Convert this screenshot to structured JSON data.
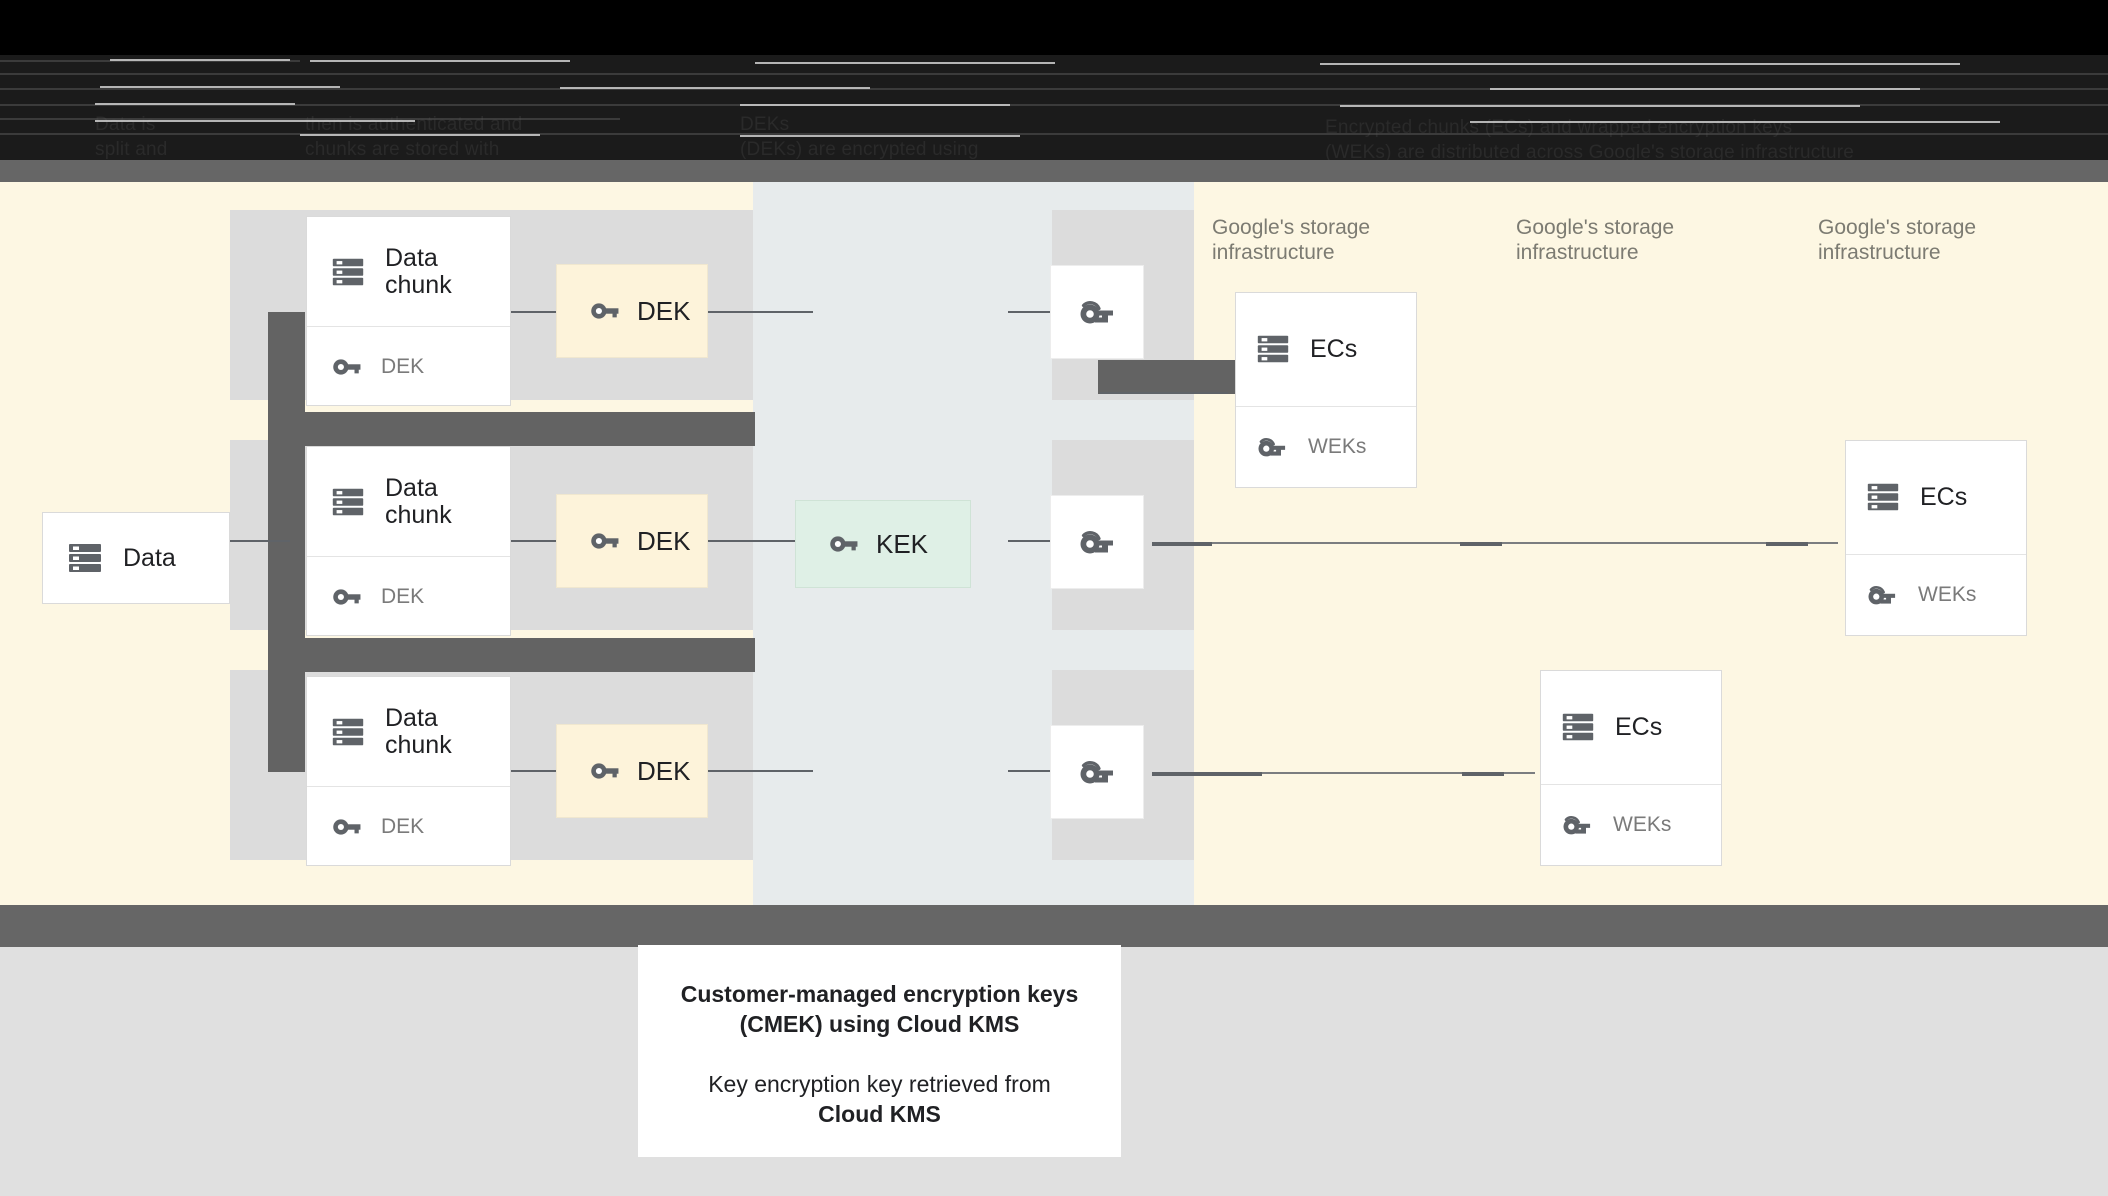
{
  "header": {
    "obscured": true,
    "col1": "Data is\nsplit and\nGoogle",
    "col2": "then is authenticated and\nchunks are stored with\nencryption keys",
    "col3": "DEKs\n(DEKs) are encrypted using\na key encryption key (KEK)",
    "col4": "Encrypted chunks (ECs) and wrapped encryption keys\n(WEKs) are distributed across Google's storage infrastructure"
  },
  "diagram": {
    "source": {
      "title": "Data",
      "icon": "storage-icon"
    },
    "chunks": [
      {
        "title": "Data\nchunk",
        "key_label": "DEK",
        "icon": "storage-icon",
        "key_icon": "key-icon"
      },
      {
        "title": "Data\nchunk",
        "key_label": "DEK",
        "icon": "storage-icon",
        "key_icon": "key-icon"
      },
      {
        "title": "Data\nchunk",
        "key_label": "DEK",
        "icon": "storage-icon",
        "key_icon": "key-icon"
      }
    ],
    "deks": [
      {
        "label": "DEK",
        "icon": "key-icon"
      },
      {
        "label": "DEK",
        "icon": "key-icon"
      },
      {
        "label": "DEK",
        "icon": "key-icon"
      }
    ],
    "kek": {
      "label": "KEK",
      "icon": "key-icon"
    },
    "weks_tiles": [
      {
        "icon": "wrapped-key-icon"
      },
      {
        "icon": "wrapped-key-icon"
      },
      {
        "icon": "wrapped-key-icon"
      }
    ],
    "storage_columns": [
      {
        "caption": "Google's storage\ninfrastructure"
      },
      {
        "caption": "Google's storage\ninfrastructure"
      },
      {
        "caption": "Google's storage\ninfrastructure"
      }
    ],
    "ec_cards": [
      {
        "title": "ECs",
        "key_label": "WEKs",
        "icon": "storage-icon",
        "key_icon": "wrapped-key-icon"
      },
      {
        "title": "ECs",
        "key_label": "WEKs",
        "icon": "storage-icon",
        "key_icon": "wrapped-key-icon"
      },
      {
        "title": "ECs",
        "key_label": "WEKs",
        "icon": "storage-icon",
        "key_icon": "wrapped-key-icon"
      }
    ]
  },
  "caption": {
    "line1": "Customer-managed encryption keys",
    "line2": "(CMEK) using Cloud KMS",
    "line3": "Key encryption key retrieved from",
    "line4": "Cloud KMS"
  },
  "colors": {
    "cream": "#fdf7e3",
    "mid_column": "#e7ebec",
    "strip_gray": "#dcdcdc",
    "occlusion_gray": "#636363",
    "dek_fill": "#fdf3da",
    "kek_fill": "#dff0e6",
    "icon_gray": "#5f6368",
    "caption_gray": "#7c7b72",
    "page_gray": "#e0e0e0",
    "header_black": "#000000"
  }
}
